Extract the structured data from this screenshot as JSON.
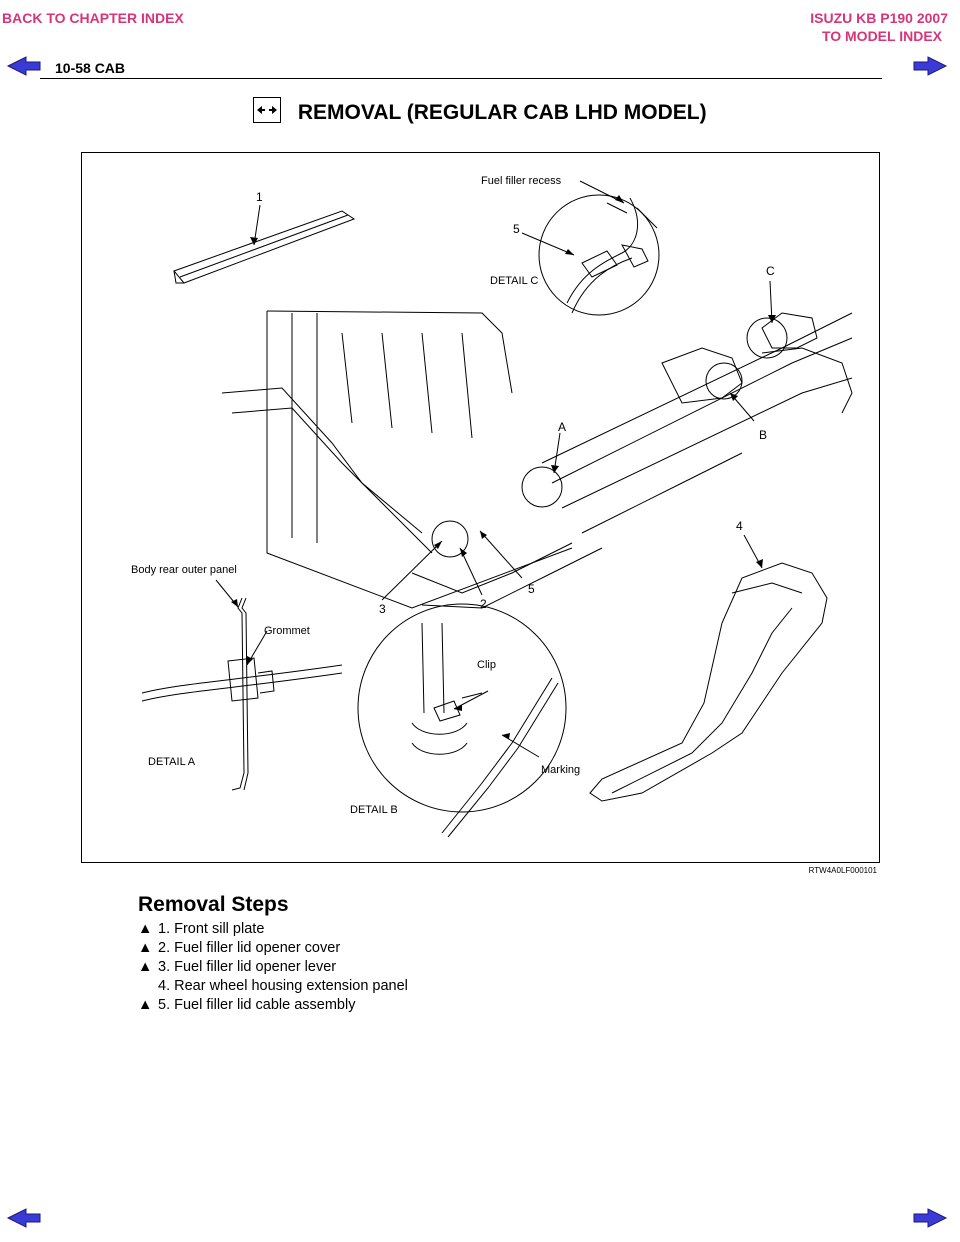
{
  "nav": {
    "back_chapter": "BACK TO CHAPTER INDEX",
    "model_title": "ISUZU KB P190 2007",
    "to_model": "TO MODEL INDEX"
  },
  "header": {
    "page_ref": "10-58  CAB"
  },
  "title": "REMOVAL (REGULAR CAB LHD MODEL)",
  "figure": {
    "code": "RTW4A0LF000101",
    "labels": {
      "fuel_filler_recess": "Fuel filler recess",
      "detail_c": "DETAIL C",
      "c": "C",
      "b": "B",
      "a": "A",
      "one": "1",
      "five_top": "5",
      "four": "4",
      "body_rear_outer_panel": "Body rear outer panel",
      "grommet": "Grommet",
      "three": "3",
      "two": "2",
      "five_bottom": "5",
      "clip": "Clip",
      "detail_a": "DETAIL A",
      "marking": "Marking",
      "detail_b": "DETAIL B"
    }
  },
  "steps": {
    "title": "Removal Steps",
    "marker": "▲",
    "items": [
      {
        "marked": true,
        "text": "1. Front sill plate"
      },
      {
        "marked": true,
        "text": "2. Fuel filler lid opener cover"
      },
      {
        "marked": true,
        "text": "3. Fuel filler lid opener lever"
      },
      {
        "marked": false,
        "text": "4. Rear wheel housing extension panel"
      },
      {
        "marked": true,
        "text": "5. Fuel filler lid cable assembly"
      }
    ]
  },
  "colors": {
    "link": "#d6357a",
    "arrow_fill": "#3a3ad6"
  }
}
